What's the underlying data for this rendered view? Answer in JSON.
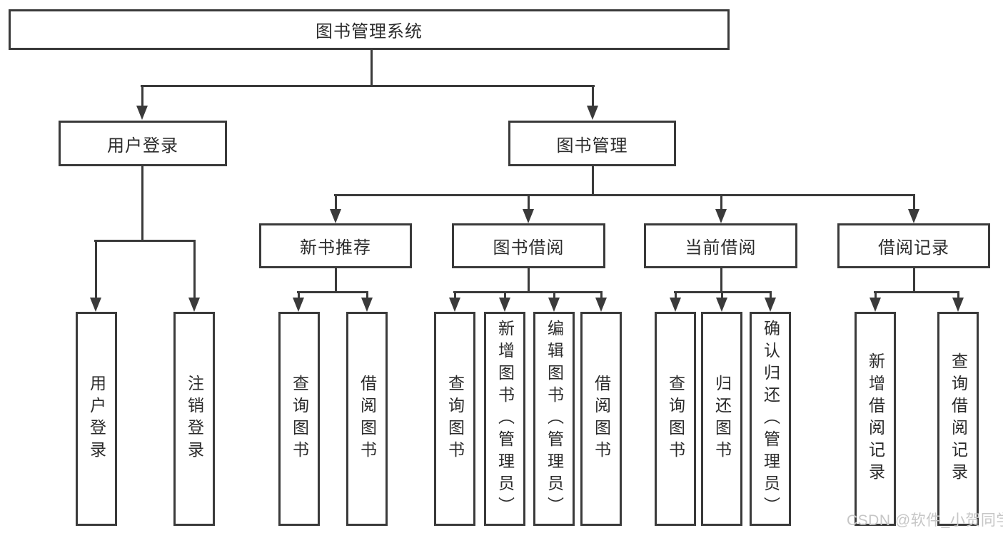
{
  "nodes": {
    "root": "图书管理系统",
    "user_login": "用户登录",
    "book_mgmt": "图书管理",
    "new_book": "新书推荐",
    "book_borrow": "图书借阅",
    "current_borrow": "当前借阅",
    "borrow_record": "借阅记录",
    "leaf_user_login": "用户登录",
    "leaf_logout": "注销登录",
    "leaf_nb_query": "查询图书",
    "leaf_nb_borrow": "借阅图书",
    "leaf_bb_query": "查询图书",
    "leaf_bb_add": "新增图书（管理员）",
    "leaf_bb_edit": "编辑图书（管理员）",
    "leaf_bb_borrow": "借阅图书",
    "leaf_cb_query": "查询图书",
    "leaf_cb_return": "归还图书",
    "leaf_cb_confirm": "确认归还（管理员）",
    "leaf_br_add": "新增借阅记录",
    "leaf_br_query": "查询借阅记录"
  },
  "watermark": "CSDN @软件_小贺同学",
  "colors": {
    "line": "#3a3a3a",
    "text": "#2b2b2b",
    "background": "#ffffff",
    "watermark": "#c6c6c6"
  }
}
